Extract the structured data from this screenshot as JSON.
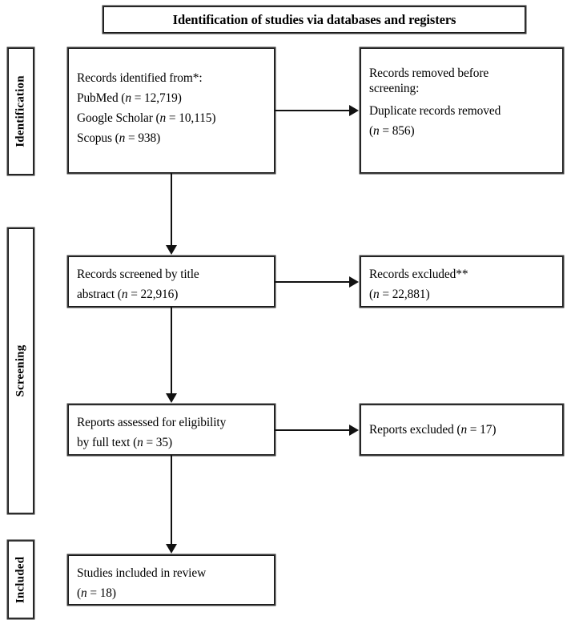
{
  "diagram": {
    "title": "Identification of studies via databases and registers",
    "stages": [
      {
        "label": "Identification"
      },
      {
        "label": "Screening"
      },
      {
        "label": "Included"
      }
    ],
    "boxes": {
      "identified": {
        "l1": "Records identified from*:",
        "l2_pre": "PubMed (",
        "l2_n": "n",
        "l2_post": " = 12,719)",
        "l3_pre": "Google Scholar (",
        "l3_n": "n",
        "l3_post": " = 10,115)",
        "l4_pre": "Scopus (",
        "l4_n": "n",
        "l4_post": " = 938)"
      },
      "removed": {
        "l1": "Records removed before",
        "l2": "screening:",
        "l3": "Duplicate records removed",
        "l4_pre": "(",
        "l4_n": "n",
        "l4_post": " = 856)"
      },
      "screened": {
        "l1": "Records screened by title",
        "l2_pre": "abstract (",
        "l2_n": "n",
        "l2_post": " = 22,916)"
      },
      "records_excluded": {
        "l1": "Records excluded**",
        "l2_pre": "(",
        "l2_n": "n",
        "l2_post": " = 22,881)"
      },
      "eligibility": {
        "l1": "Reports assessed for eligibility",
        "l2_pre": "by full text (",
        "l2_n": "n",
        "l2_post": " = 35)"
      },
      "reports_excluded": {
        "l1_pre": "Reports excluded (",
        "l1_n": "n",
        "l1_post": " = 17)"
      },
      "included": {
        "l1": "Studies included in review",
        "l2_pre": "(",
        "l2_n": "n",
        "l2_post": " = 18)"
      }
    },
    "colors": {
      "stroke": "#111111",
      "background": "#ffffff",
      "text": "#000000"
    }
  }
}
